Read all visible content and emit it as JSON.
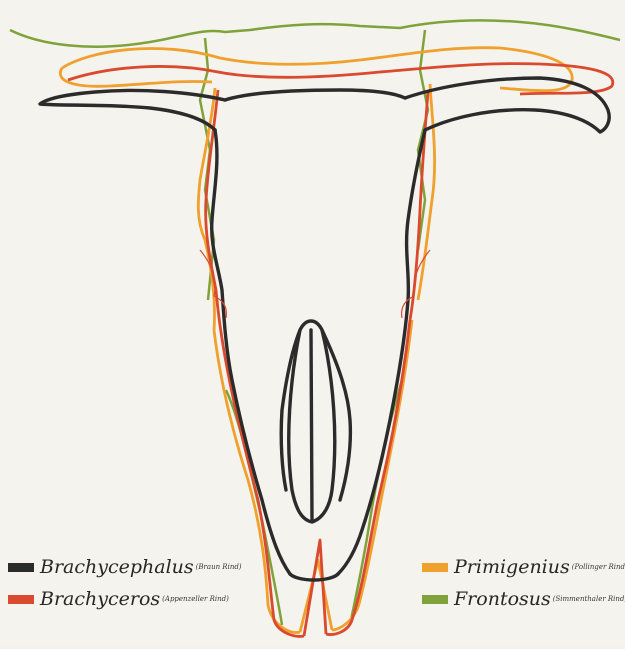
{
  "legend": {
    "brachycephalus": {
      "name": "Brachycephalus",
      "sub": "(Braun Rind)",
      "color": "#2b2b2b"
    },
    "brachyceros": {
      "name": "Brachyceros",
      "sub": "(Appenzeller Rind)",
      "color": "#d94a2e"
    },
    "primigenius": {
      "name": "Primigenius",
      "sub": "(Pollinger Rind)",
      "color": "#f0a02c"
    },
    "frontosus": {
      "name": "Frontosus",
      "sub": "(Simmenthaler Rind)",
      "color": "#7fa33a"
    }
  }
}
